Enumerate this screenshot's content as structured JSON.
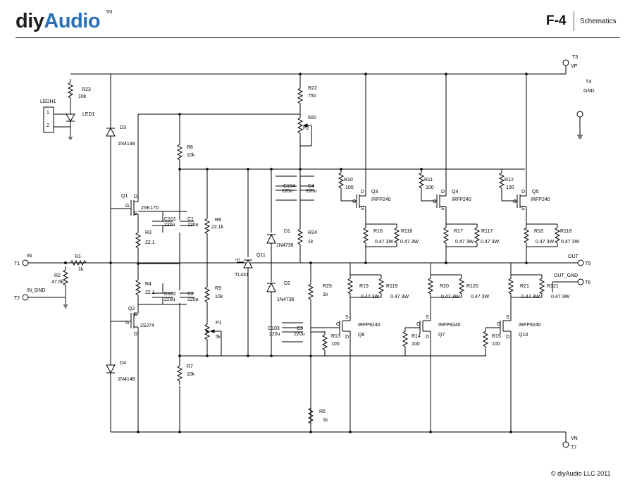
{
  "header": {
    "logo_part1": "diy",
    "logo_part2": "Audio",
    "logo_tm": "TM",
    "model": "F-4",
    "section": "Schematics"
  },
  "footer": {
    "copyright": "©  diyAudio LLC 2011"
  },
  "colors": {
    "logo_blue": "#2d6fb4",
    "logo_dark": "#1e1e1e",
    "wire": "#000000"
  },
  "labels": {
    "T1": "T1",
    "IN": "IN",
    "T2": "T2",
    "IN_GND": "IN_GND",
    "R1": "R1",
    "R1v": "1k",
    "R2": "R2",
    "R2v": "47.5k",
    "LEDH1": "LEDH1",
    "led_pin1": "1",
    "led_pin2": "2",
    "LED1": "LED1",
    "R23": "R23",
    "R23v": "10k",
    "D3": "D3",
    "D3v": "1N4148",
    "D4": "D4",
    "D4v": "1N4148",
    "Q1": "Q1",
    "Q1v": "2SK170",
    "Q2": "Q2",
    "Q2v": "2SJ74",
    "gate": "G",
    "drain": "D",
    "source": "S",
    "R3": "R3",
    "R3v": "22.1",
    "R4": "R4",
    "R4v": "22.1",
    "C101": "C101",
    "C101v": "220u",
    "C1": "C1",
    "C1v": "220u",
    "C102": "C102",
    "C102v": "220u",
    "C2": "C2",
    "C2v": "220u",
    "R6": "R6",
    "R6v": "10k",
    "R7": "R7",
    "R7v": "10k",
    "R8": "R8",
    "R8v": "22.1k",
    "R9": "R9",
    "R9v": "10k",
    "P1": "P1",
    "P1v": "5k",
    "Q11": "Q11",
    "Q11v": "TL431",
    "ref": "ref",
    "R22": "R22",
    "R22v": "750",
    "P2": "P2",
    "P2v": "500",
    "C104": "C104",
    "C104v": "220u",
    "C4": "C4",
    "C4v": "220u",
    "C103": "C103",
    "C103v": "220u",
    "C3": "C3",
    "C3v": "220u",
    "D1": "D1",
    "D1v": "1N4736",
    "D2": "D2",
    "D2v": "1N4736",
    "R24": "R24",
    "R24v": "1k",
    "R25": "R25",
    "R25v": "1k",
    "R5": "R5",
    "R5v": "1k",
    "R10": "R10",
    "R10v": "100",
    "R11": "R11",
    "R11v": "100",
    "R12": "R12",
    "R12v": "100",
    "Q3": "Q3",
    "Q4": "Q4",
    "Q5": "Q5",
    "nfet": "IRFP240",
    "R16": "R16",
    "R116": "R116",
    "R17": "R17",
    "R117": "R117",
    "R18": "R18",
    "R118": "R118",
    "R19": "R19",
    "R119": "R119",
    "R20": "R20",
    "R120": "R120",
    "R21": "R21",
    "R121": "R121",
    "rsense": "0.47 3W",
    "R13": "R13",
    "R13v": "100",
    "R14": "R14",
    "R14v": "100",
    "R15": "R15",
    "R15v": "100",
    "Q6": "Q6",
    "Q7": "Q7",
    "Q10": "Q10",
    "pfet": "IRFP9240",
    "T3": "T3",
    "VP": "VP",
    "T4": "T4",
    "GND": "GND",
    "OUT": "OUT",
    "T5": "T5",
    "OUT_GND": "OUT_GND",
    "T6": "T6",
    "VN": "VN",
    "T7": "T7"
  }
}
